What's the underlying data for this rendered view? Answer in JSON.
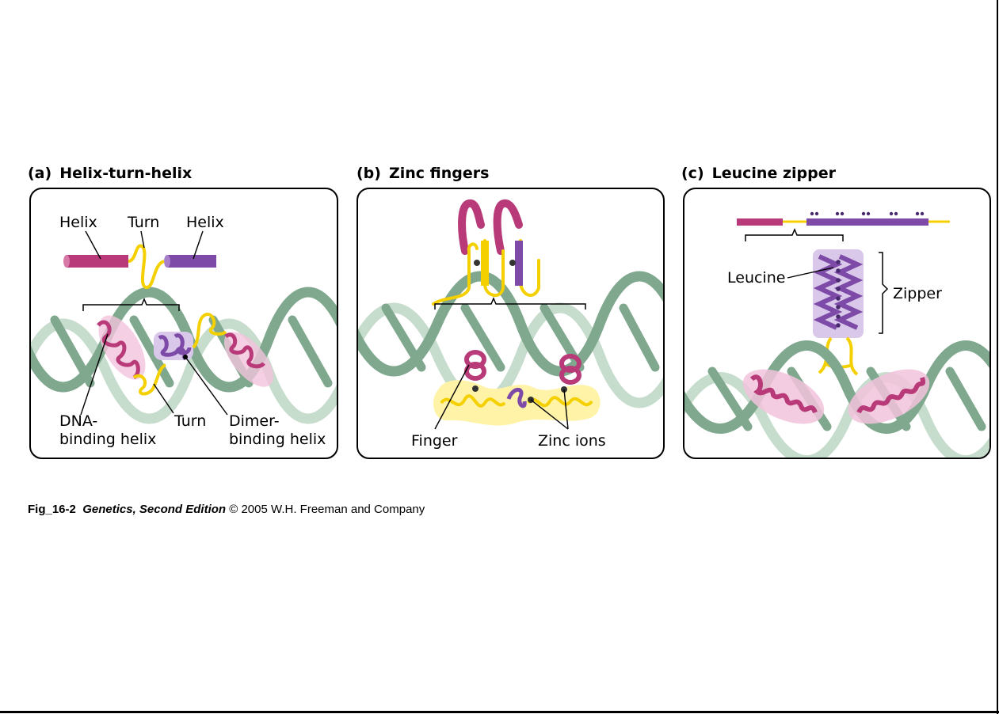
{
  "panels": {
    "a": {
      "letter": "(a)",
      "title": "Helix-turn-helix",
      "labels": {
        "helix_left": "Helix",
        "turn_top": "Turn",
        "helix_right": "Helix",
        "dna_binding_1": "DNA-",
        "dna_binding_2": "binding helix",
        "turn_bottom": "Turn",
        "dimer_binding_1": "Dimer-",
        "dimer_binding_2": "binding helix"
      }
    },
    "b": {
      "letter": "(b)",
      "title": "Zinc fingers",
      "labels": {
        "finger": "Finger",
        "zinc_ions": "Zinc ions"
      }
    },
    "c": {
      "letter": "(c)",
      "title": "Leucine zipper",
      "labels": {
        "leucine": "Leucine",
        "zipper": "Zipper"
      }
    }
  },
  "caption": {
    "code": "Fig_16-2",
    "book": "Genetics, Second Edition",
    "credit": "© 2005 W.H. Freeman and Company"
  },
  "colors": {
    "dna": "#7fa88e",
    "dna_light": "#c6dccd",
    "magenta_helix": "#b83a78",
    "purple_helix": "#7d4aa8",
    "turn_yellow": "#f5d000",
    "glow_pink": "#f2c3dc",
    "glow_purple": "#d9c8ea",
    "glow_yellow": "#fff3a8"
  }
}
